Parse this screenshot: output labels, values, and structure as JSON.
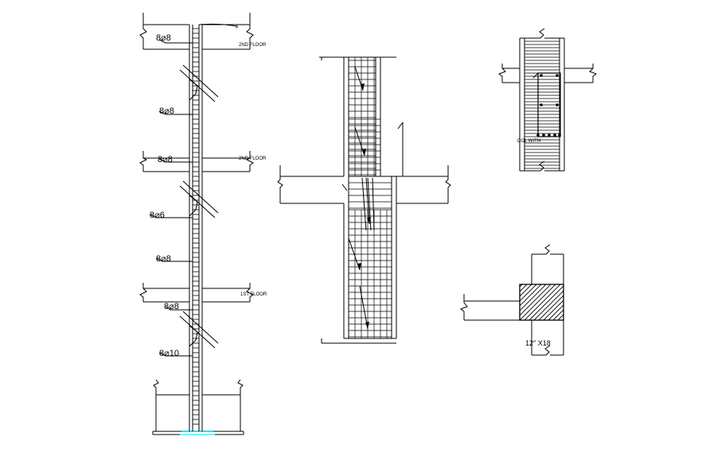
{
  "drawing": {
    "column_elevation": {
      "bar_labels": [
        "8⌀8",
        "8⌀8",
        "8⌀8",
        "8⌀6",
        "8⌀8",
        "8⌀8",
        "8⌀10"
      ],
      "level_labels": [
        "2ND FLOOR",
        "2ND FLOOR",
        "1ST FLOOR"
      ],
      "top_mark": "#"
    },
    "joint_detail": {},
    "column_section": {
      "label": "COL WITH"
    },
    "beam_section": {
      "label": "12\" X18"
    },
    "colors": {
      "line": "#000000",
      "accent": "#00e5ff"
    }
  }
}
